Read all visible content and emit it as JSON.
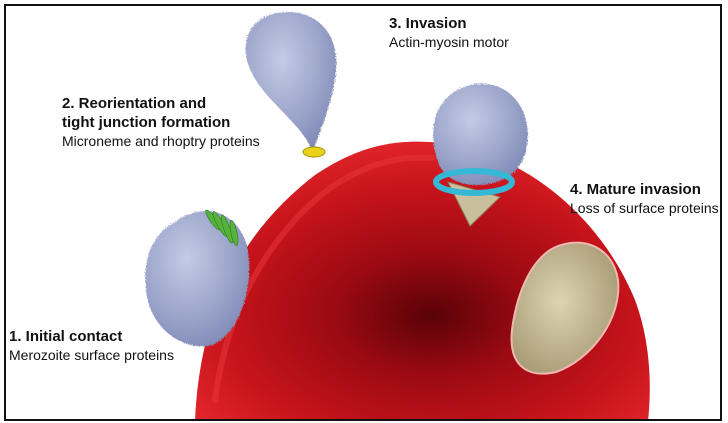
{
  "steps": [
    {
      "title": "1. Initial contact",
      "subtitle": "Merozoite surface proteins"
    },
    {
      "title_line1": "2. Reorientation and",
      "title_line2": "tight junction formation",
      "subtitle": "Microneme and rhoptry proteins"
    },
    {
      "title": "3. Invasion",
      "subtitle": "Actin-myosin motor"
    },
    {
      "title": "4. Mature invasion",
      "subtitle": "Loss of surface proteins"
    }
  ],
  "colors": {
    "red_cell": "#c8141c",
    "merozoite": "#9aa3c9",
    "tight_junction_step2": "#e8d21a",
    "tight_junction_step3": "#35b8d6",
    "micronemes": "#55b33b",
    "vacuole": "#c9bf9c"
  }
}
